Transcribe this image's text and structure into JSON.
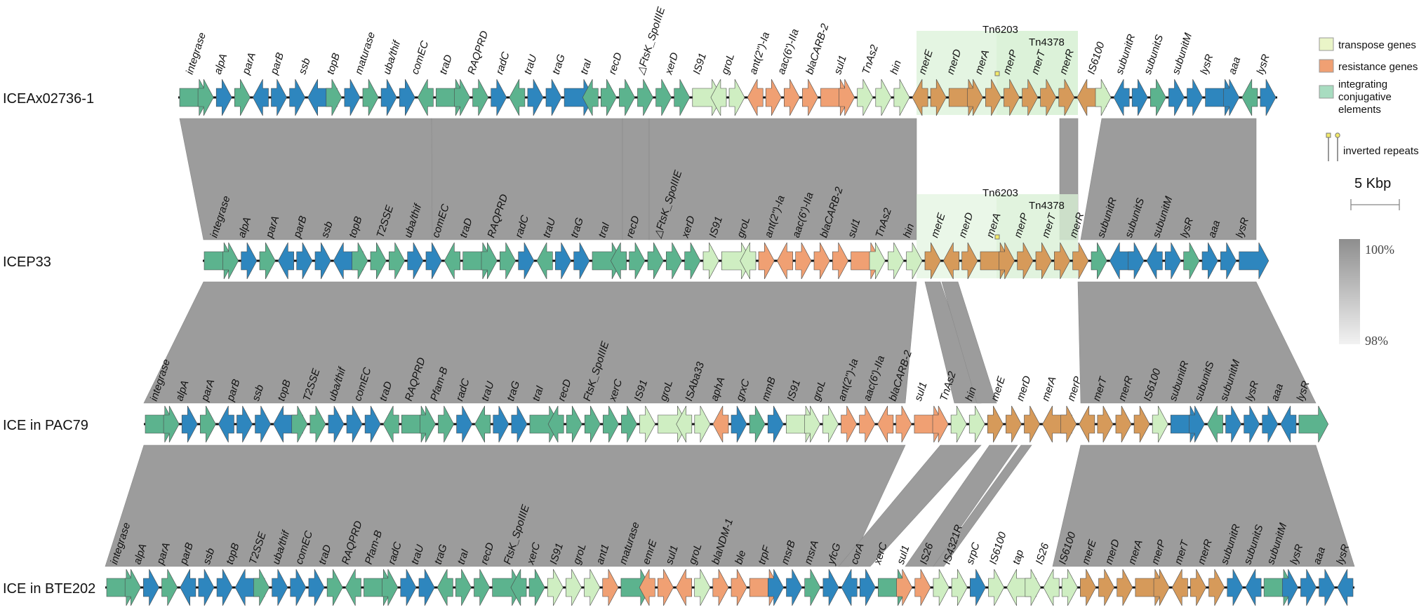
{
  "colors": {
    "transposase": "#eaf5c8",
    "resistance": "#f0a073",
    "ice": "#5cb38e",
    "blue": "#2e86be",
    "lightgreen": "#cfeec2",
    "band": "#9c9c9c",
    "tnbox": "#d8f1d5"
  },
  "legend": {
    "transposase": "transpose genes",
    "resistance": "resistance genes",
    "ice": "integrating conjugative elements",
    "repeats": "inverted repeats"
  },
  "scale": {
    "label": "5 Kbp"
  },
  "gradient": {
    "top": "100%",
    "bottom": "98%"
  },
  "tracks": [
    {
      "name": "ICEAx02736-1",
      "labels": [
        "integrase",
        "alpA",
        "parA",
        "parB",
        "ssb",
        "topB",
        "maturase",
        "uba/thif",
        "comEC",
        "traD",
        "RAQPRD",
        "radC",
        "traU",
        "traG",
        "traI",
        "recD",
        "△FtsK_SpoIIIE",
        "xerD",
        "IS91",
        "groL",
        "ant(2'')-Ia",
        "aac(6')-IIa",
        "blaCARB-2",
        "sul1",
        "TnAs2",
        "hin",
        "merE",
        "merD",
        "merA",
        "merP",
        "merT",
        "merR",
        "IS6100",
        "subunitR",
        "subunitS",
        "subunitM",
        "lysR",
        "aaa",
        "lysR"
      ],
      "transposons": [
        "Tn6203",
        "Tn4378"
      ]
    },
    {
      "name": "ICEP33",
      "labels": [
        "integrase",
        "alpA",
        "parA",
        "parB",
        "ssb",
        "topB",
        "T2SSE",
        "uba/thif",
        "comEC",
        "traD",
        "RAQPRD",
        "radC",
        "traU",
        "traG",
        "traI",
        "recD",
        "△FtsK_SpoIIIE",
        "xerD",
        "IS91",
        "groL",
        "ant(2'')-Ia",
        "aac(6')-IIa",
        "blaCARB-2",
        "sul1",
        "TnAs2",
        "hin",
        "merE",
        "merD",
        "merA",
        "merP",
        "merT",
        "merR",
        "subunitR",
        "subunitS",
        "subunitM",
        "lysR",
        "aaa",
        "lysR"
      ],
      "transposons": [
        "Tn6203",
        "Tn4378"
      ]
    },
    {
      "name": "ICE in PAC79",
      "labels": [
        "integrase",
        "alpA",
        "parA",
        "parB",
        "ssb",
        "topB",
        "T2SSE",
        "uba/thif",
        "comEC",
        "traD",
        "RAQPRD",
        "Pfam-B",
        "radC",
        "traU",
        "traG",
        "traI",
        "recD",
        "FtsK_SpoIIIE",
        "xerC",
        "IS91",
        "groL",
        "ISAba33",
        "aphA",
        "grxC",
        "mmB",
        "IS91",
        "groL",
        "ant(2'')-Ia",
        "aac(6')-IIa",
        "blaCARB-2",
        "sul1",
        "TnAs2",
        "hin",
        "merE",
        "merD",
        "merA",
        "merP",
        "merT",
        "merR",
        "IS6100",
        "subunitR",
        "subunitS",
        "subunitM",
        "lysR",
        "aaa",
        "lysR"
      ],
      "transposons": []
    },
    {
      "name": "ICE in BTE202",
      "labels": [
        "integrase",
        "alpA",
        "parA",
        "parB",
        "ssb",
        "topB",
        "T2SSE",
        "uba/thif",
        "comEC",
        "traD",
        "RAQPRD",
        "Pfam-B",
        "radC",
        "traU",
        "traG",
        "traI",
        "recD",
        "FtsK_SpoIIIE",
        "xerC",
        "IS91",
        "groL",
        "ant1",
        "maturase",
        "emrE",
        "sul1",
        "groL",
        "blaNDM-1",
        "ble",
        "trpF",
        "msrB",
        "msrA",
        "yfcG",
        "corA",
        "xerC",
        "sul1",
        "IS26",
        "IS4321R",
        "srpC",
        "IS6100",
        "tap",
        "IS26",
        "IS6100",
        "merE",
        "merD",
        "merA",
        "merP",
        "merT",
        "merR",
        "subunitR",
        "subunitS",
        "subunitM",
        "lysR",
        "aaa",
        "lysR"
      ],
      "transposons": []
    }
  ]
}
